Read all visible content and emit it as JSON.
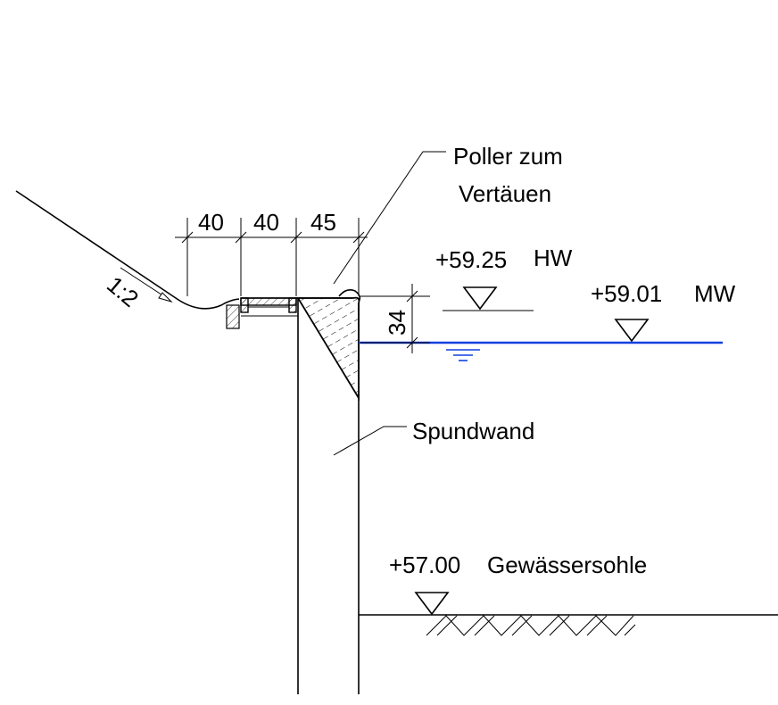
{
  "dimensions": [
    "40",
    "40",
    "45"
  ],
  "height_dimension": "34",
  "slope": "1:2",
  "bollard_label": [
    "Poller zum",
    "Vertäuen"
  ],
  "sheet_pile_label": "Spundwand",
  "levels": {
    "hw": {
      "value": "+59.25",
      "name": "HW"
    },
    "mw": {
      "value": "+59.01",
      "name": "MW"
    },
    "bed": {
      "value": "+57.00",
      "name": "Gewässersohle"
    }
  },
  "colors": {
    "water": "#1040e0",
    "line": "#000000"
  }
}
